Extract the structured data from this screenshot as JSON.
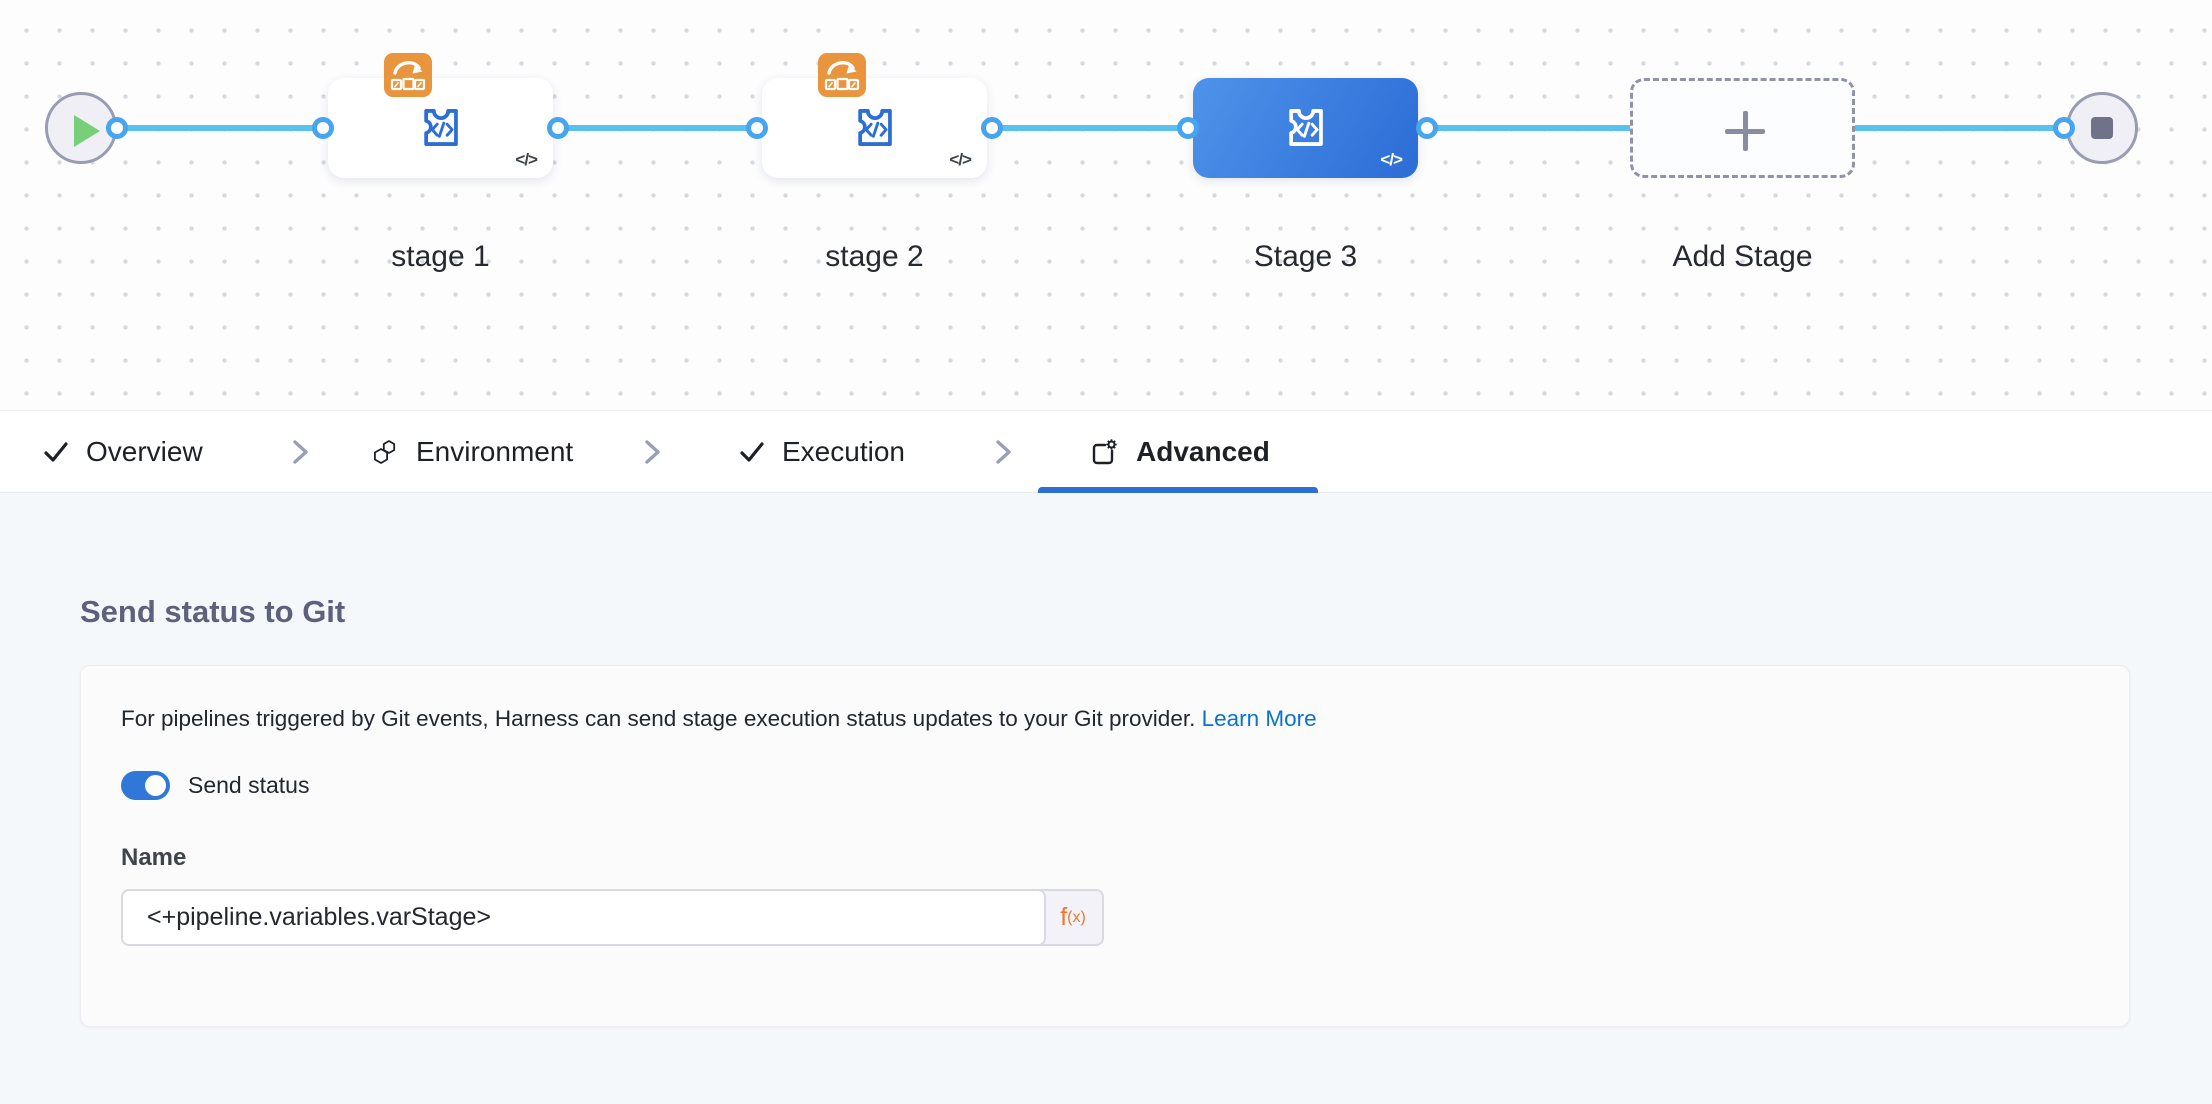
{
  "canvas": {
    "stages": [
      {
        "label": "stage 1"
      },
      {
        "label": "stage 2"
      },
      {
        "label": "Stage 3"
      },
      {
        "label": "Add Stage"
      }
    ],
    "code_mark": "</>"
  },
  "tabs": {
    "overview": "Overview",
    "environment": "Environment",
    "execution": "Execution",
    "advanced": "Advanced"
  },
  "panel": {
    "heading": "Send status to Git",
    "description": "For pipelines triggered by Git events, Harness can send stage execution status updates to your Git provider.",
    "link_label": "Learn More",
    "toggle_label": "Send status",
    "name_label": "Name",
    "name_value": "<+pipeline.variables.varStage>",
    "fx_f": "f",
    "fx_sub": "(x)"
  },
  "colors": {
    "accent_blue": "#2e6fd3",
    "connector_blue": "#5ac1ee",
    "port_ring_blue": "#47a4ee",
    "selected_stage_gradient_start": "#4e93ea",
    "selected_stage_gradient_end": "#2c6cd6",
    "badge_orange": "#e8953e",
    "link_blue": "#0b72ce",
    "toggle_blue": "#3078d8",
    "fx_orange": "#ee772e",
    "start_play_green": "#79ce79"
  }
}
